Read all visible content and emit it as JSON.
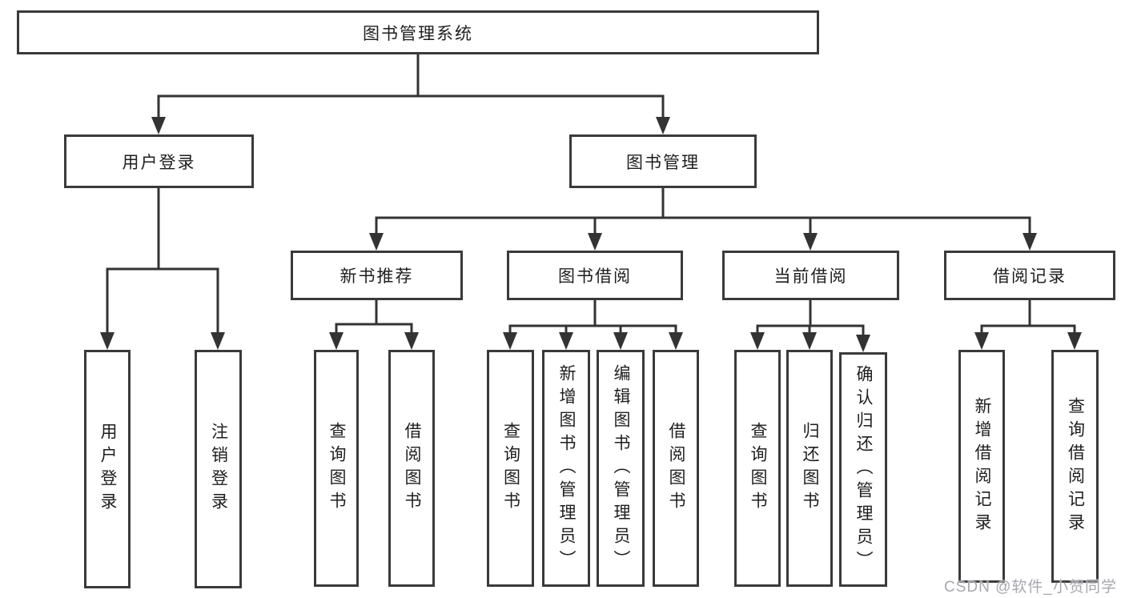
{
  "diagram": {
    "root": {
      "label": "图书管理系统"
    },
    "branches": [
      {
        "label": "用户登录",
        "children": [
          {
            "label": "用户登录"
          },
          {
            "label": "注销登录"
          }
        ]
      },
      {
        "label": "图书管理",
        "children": [
          {
            "label": "新书推荐",
            "children": [
              {
                "label": "查询图书"
              },
              {
                "label": "借阅图书"
              }
            ]
          },
          {
            "label": "图书借阅",
            "children": [
              {
                "label": "查询图书"
              },
              {
                "label": "新增图书（管理员）"
              },
              {
                "label": "编辑图书（管理员）"
              },
              {
                "label": "借阅图书"
              }
            ]
          },
          {
            "label": "当前借阅",
            "children": [
              {
                "label": "查询图书"
              },
              {
                "label": "归还图书"
              },
              {
                "label": "确认归还（管理员）"
              }
            ]
          },
          {
            "label": "借阅记录",
            "children": [
              {
                "label": "新增借阅记录"
              },
              {
                "label": "查询借阅记录"
              }
            ]
          }
        ]
      }
    ]
  },
  "watermark": {
    "text": "CSDN @软件_小贺同学"
  },
  "colors": {
    "line": "#333333",
    "box_border": "#3a3a3a",
    "text": "#1e1e1e",
    "watermark": "#a7a7af",
    "background": "#ffffff"
  }
}
